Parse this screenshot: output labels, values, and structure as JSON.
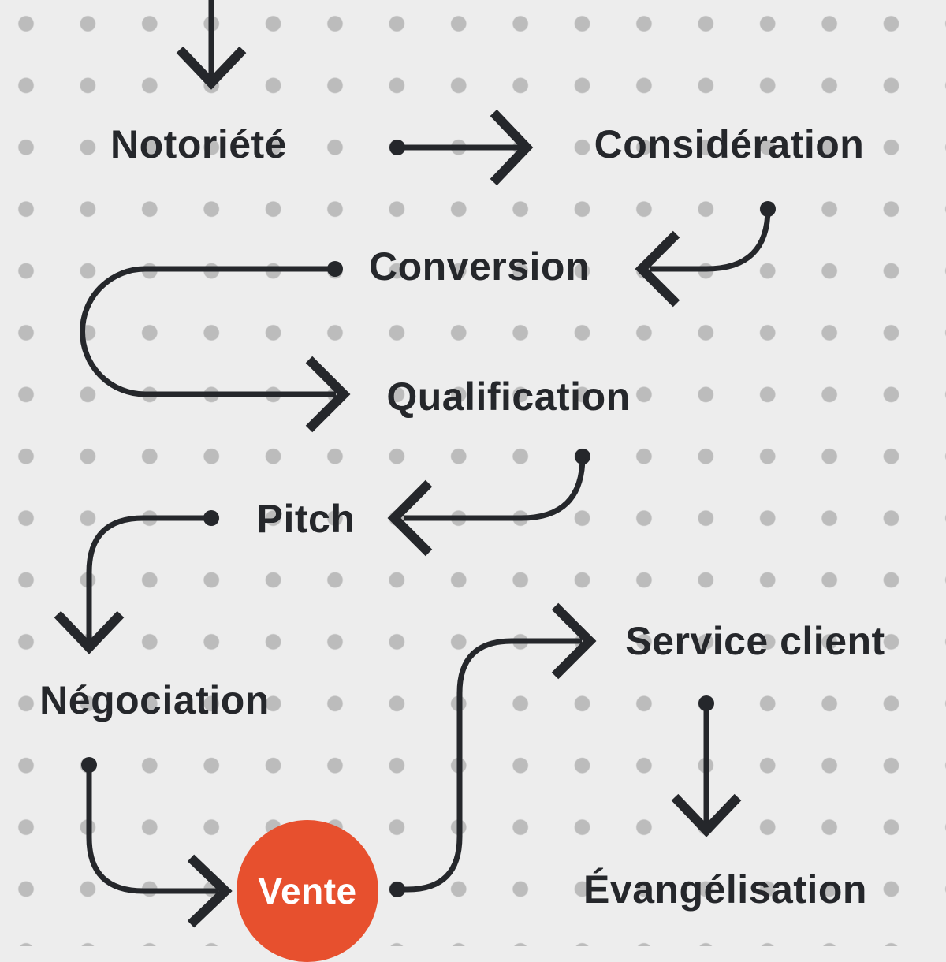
{
  "canvas": {
    "background_color": "#EDEDED",
    "dot_color": "#BCBCBC",
    "line_color": "#25272B",
    "accent_color": "#E7502E"
  },
  "diagram": {
    "type": "sales-funnel-flow",
    "language": "fr",
    "steps": [
      {
        "id": "notoriete",
        "label": "Notoriété"
      },
      {
        "id": "consideration",
        "label": "Considération"
      },
      {
        "id": "conversion",
        "label": "Conversion"
      },
      {
        "id": "qualification",
        "label": "Qualification"
      },
      {
        "id": "pitch",
        "label": "Pitch"
      },
      {
        "id": "negociation",
        "label": "Négociation"
      },
      {
        "id": "vente",
        "label": "Vente",
        "highlighted": true,
        "highlight_color": "#E7502E"
      },
      {
        "id": "service_client",
        "label": "Service client"
      },
      {
        "id": "evangelisation",
        "label": "Évangélisation"
      }
    ],
    "connections": [
      {
        "from": "(entry)",
        "to": "notoriete"
      },
      {
        "from": "notoriete",
        "to": "consideration"
      },
      {
        "from": "consideration",
        "to": "conversion"
      },
      {
        "from": "conversion",
        "to": "qualification"
      },
      {
        "from": "qualification",
        "to": "pitch"
      },
      {
        "from": "pitch",
        "to": "negociation"
      },
      {
        "from": "negociation",
        "to": "vente"
      },
      {
        "from": "vente",
        "to": "service_client"
      },
      {
        "from": "service_client",
        "to": "evangelisation"
      }
    ]
  }
}
